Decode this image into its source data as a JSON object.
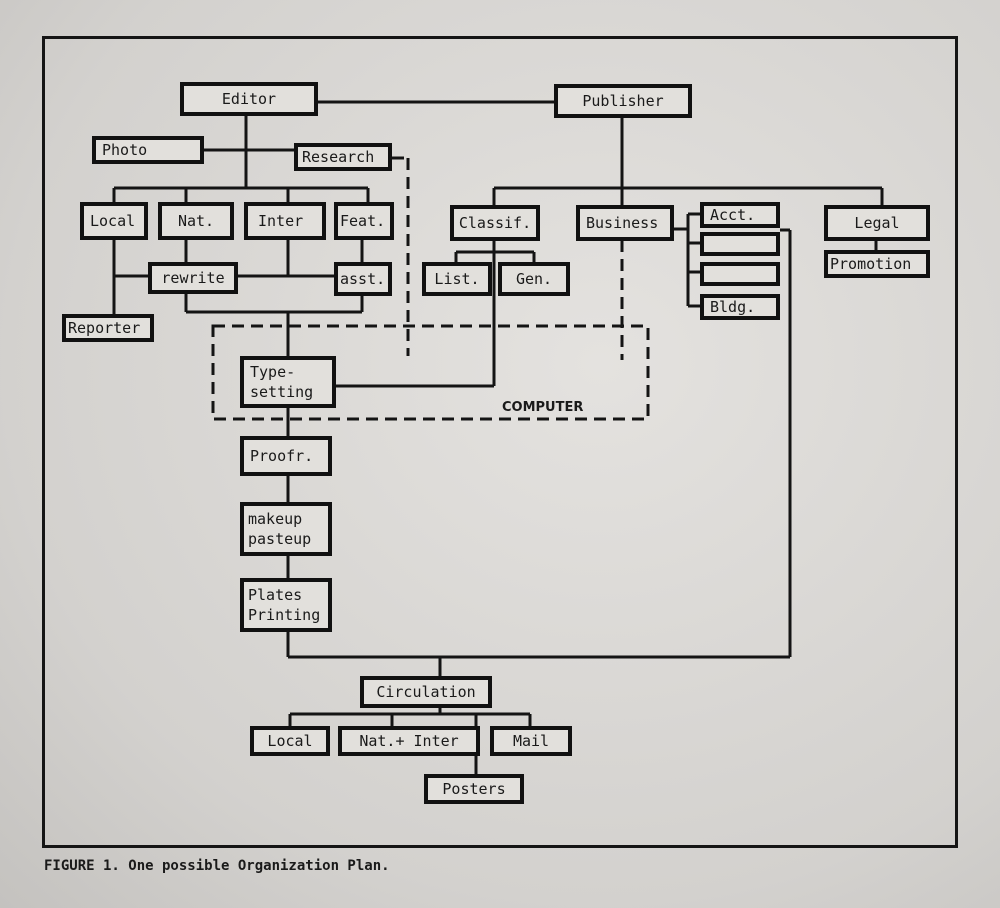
{
  "diagram": {
    "nodes": {
      "editor": "Editor",
      "publisher": "Publisher",
      "photo": "Photo",
      "research": "Research",
      "local": "Local",
      "nat": "Nat.",
      "inter": "Inter",
      "feat": "Feat.",
      "rewrite": "rewrite",
      "asst": "asst.",
      "reporter": "Reporter",
      "classif": "Classif.",
      "list": "List.",
      "gen": "Gen.",
      "business": "Business",
      "acct": "Acct.",
      "blank1": "",
      "blank2": "",
      "bldg": "Bldg.",
      "legal": "Legal",
      "promotion": "Promotion",
      "typesetting_1": "Type-",
      "typesetting_2": "setting",
      "proofr": "Proofr.",
      "makeup_1": "makeup",
      "makeup_2": "pasteup",
      "plates_1": "Plates",
      "plates_2": "Printing",
      "circulation": "Circulation",
      "circ_local": "Local",
      "circ_nat_inter": "Nat.+ Inter",
      "circ_mail": "Mail",
      "posters": "Posters"
    },
    "computer_label": "COMPUTER",
    "caption": "FIGURE 1. One possible Organization Plan."
  }
}
